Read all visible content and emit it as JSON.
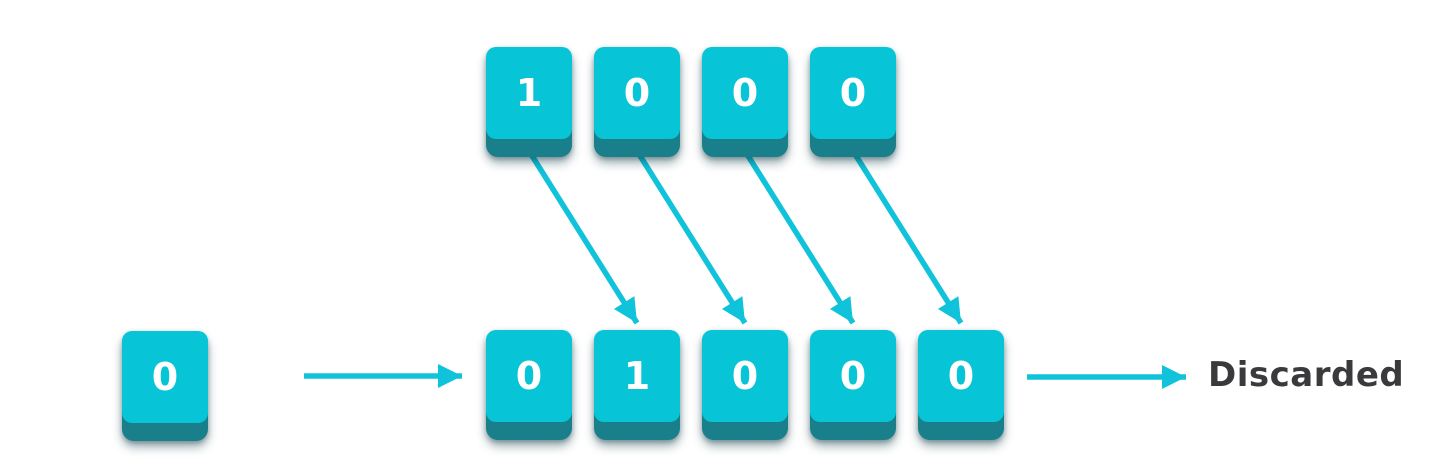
{
  "colors": {
    "background": "#ffffff",
    "key_face": "#07c4d6",
    "key_side": "#187f8b",
    "arrow": "#10c3da",
    "digit": "#ffffff",
    "discarded_text": "#3a3a3c"
  },
  "keys": {
    "carry_in": "0",
    "top_row": [
      "1",
      "0",
      "0",
      "0"
    ],
    "bottom_row": [
      "0",
      "1",
      "0",
      "0",
      "0"
    ]
  },
  "labels": {
    "discarded": "Discarded"
  },
  "icons": {
    "carry_in_arrow": "right-arrow",
    "shift_arrows": "diagonal-down-right-arrow",
    "discard_arrow": "right-arrow"
  }
}
